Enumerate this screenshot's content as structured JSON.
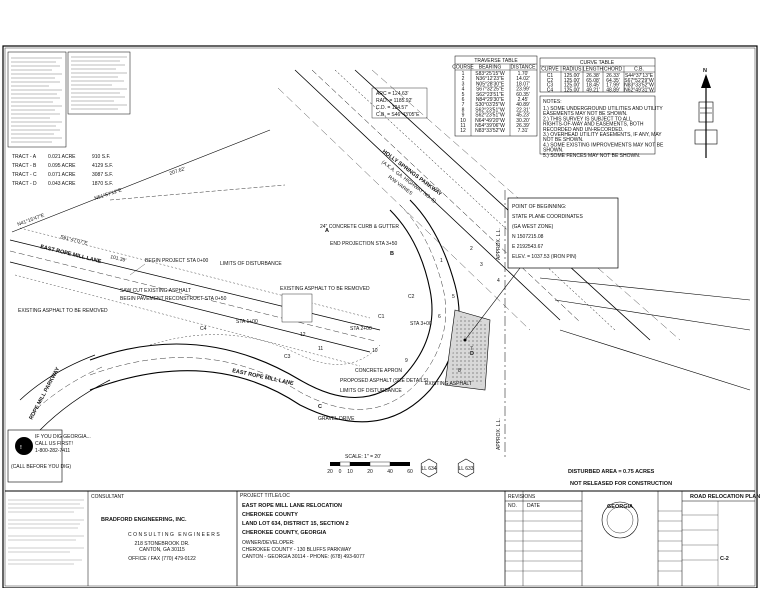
{
  "plan": {
    "arc_data": {
      "arc": "ARC = 124.63'",
      "rad": "RAD. = 1185.92'",
      "cd": "C.D. = 124.57'",
      "cb": "C.B. = S46°43'05\"E"
    },
    "tracts": [
      {
        "name": "TRACT - A",
        "acres": "0.021 ACRE",
        "sf": "910 S.F."
      },
      {
        "name": "TRACT - B",
        "acres": "0.095 ACRE",
        "sf": "4129 S.F."
      },
      {
        "name": "TRACT - C",
        "acres": "0.071 ACRE",
        "sf": "3087 S.F."
      },
      {
        "name": "TRACT - D",
        "acres": "0.043 ACRE",
        "sf": "1870 S.F."
      }
    ],
    "traverse_table": {
      "title": "TRAVERSE TABLE",
      "headers": [
        "COURSE",
        "BEARING",
        "DISTANCE"
      ],
      "rows": [
        [
          "1",
          "S83°25'15\"W",
          "1.70'"
        ],
        [
          "2",
          "N36°12'23\"E",
          "14.02'"
        ],
        [
          "3",
          "N05°28'30\"E",
          "18.07'"
        ],
        [
          "4",
          "S67°32'25\"E",
          "23.99'"
        ],
        [
          "5",
          "S62°23'51\"E",
          "60.35'"
        ],
        [
          "6",
          "N84°29'30\"E",
          "2.45'"
        ],
        [
          "7",
          "S30°03'25\"W",
          "40.89'"
        ],
        [
          "8",
          "S62°23'51\"W",
          "22.31'"
        ],
        [
          "9",
          "S62°23'51\"W",
          "45.23'"
        ],
        [
          "10",
          "N64°49'20\"W",
          "30.20'"
        ],
        [
          "11",
          "N54°39'06\"W",
          "26.39'"
        ],
        [
          "12",
          "N83°33'52\"W",
          "7.31'"
        ]
      ]
    },
    "curve_table": {
      "title": "CURVE TABLE",
      "headers": [
        "CURVE",
        "RADIUS",
        "LENGTH",
        "CHORD",
        "C.B."
      ],
      "rows": [
        [
          "C1",
          "125.00'",
          "26.38'",
          "26.33'",
          "S44°37'13\"E"
        ],
        [
          "C2",
          "125.00'",
          "65.08'",
          "64.35'",
          "S67°52'29\"W"
        ],
        [
          "C3",
          "125.00'",
          "18.45'",
          "17.99'",
          "N83°33'52\"W"
        ],
        [
          "C4",
          "125.00'",
          "49.21'",
          "48.89'",
          "N62°49'31\"W"
        ]
      ]
    },
    "notes": {
      "title": "NOTES:",
      "items": [
        "1.) SOME UNDERGROUND UTILITIES AND UTILITY EASEMENTS MAY NOT BE SHOWN.",
        "2.) THIS SURVEY IS SUBJECT TO ALL RIGHTS-OF-WAY AND EASEMENTS, BOTH RECORDED AND UN-RECORDED.",
        "3.) OVERHEAD UTILITY EASEMENTS, IF ANY, MAY NOT BE SHOWN.",
        "4.) SOME EXISTING IMPROVEMENTS MAY NOT BE SHOWN.",
        "5.) SOME FENCES MAY NOT BE SHOWN."
      ]
    },
    "point_of_beginning": {
      "line1": "POINT OF BEGINNING:",
      "line2": "STATE PLANE COORDINATES",
      "line3": "(GA WEST ZONE)",
      "line4": "N 1507215.08",
      "line5": "E 2192543.67",
      "line6": "ELEV. = 1037.53 (IRON PIN)"
    },
    "roads": {
      "holly_springs": "HOLLY SPRINGS PARKWAY",
      "holly_springs_aka": "(A.K.A. GA. HIGHWAY NO. 5)",
      "holly_springs_rw": "R/W VARIES",
      "east_rope_mill": "EAST ROPE MILL LANE",
      "east_rope_mill_curve": "EAST ROPE MILL LANE",
      "rope_mill_parkway": "ROPE MILL PARKWAY"
    },
    "callouts": {
      "begin_project": "BEGIN PROJECT STA 0+00",
      "limits_disturbance": "LIMITS OF DISTURBANCE",
      "concrete_curb": "24\" CONCRETE CURB & GUTTER",
      "end_project": "END PROJECTION STA 3+50",
      "existing_asphalt": "EXISTING ASPHALT TO BE REMOVED",
      "concrete_apron": "CONCRETE APRON",
      "proposed_asphalt": "PROPOSED ASPHALT (SEE DETAILS)",
      "gravel_drive": "GRAVEL DRIVE",
      "saw_cut": "SAW CUT EXISTING ASPHALT",
      "begin_pavement": "BEGIN PAVEMENT RECONSTRUCT STA 0+50",
      "existing_pavement": "EXISTING ASPHALT TO BE REMOVED",
      "existing_asphalt_right": "EXISTING ASPHALT",
      "approx_ll": "APPROX. L.L.",
      "sta_1": "STA 1+00",
      "sta_2": "STA 2+00",
      "sta_3": "STA 3+00"
    },
    "bearings": {
      "b1": "N51°57'12\"E",
      "b2": "207.62'",
      "b3": "N41°15'47\"E",
      "b4": "S61°47'07\"E",
      "b5": "101.39'"
    },
    "courses_on_plan": [
      "1",
      "2",
      "3",
      "4",
      "5",
      "6",
      "7",
      "8",
      "9",
      "10",
      "11",
      "12"
    ],
    "curves_on_plan": [
      "C1",
      "C2",
      "C3",
      "C4"
    ],
    "tract_labels": [
      "A",
      "B",
      "C",
      "D"
    ],
    "land_lots": [
      "LL 634",
      "LL 633"
    ],
    "scale": {
      "label": "SCALE: 1\" = 20'",
      "ticks": [
        "20",
        "0",
        "10",
        "20",
        "40",
        "60"
      ]
    },
    "disturbed_area": "DISTURBED AREA = 0.75 ACRES",
    "not_released": "NOT RELEASED FOR CONSTRUCTION",
    "north": "N",
    "call_before": {
      "line1": "IF YOU DIG GEORGIA...",
      "line2": "CALL US FIRST!",
      "line3": "1-800-282-7411",
      "line4": "(CALL BEFORE YOU DIG)"
    }
  },
  "title_block": {
    "consultant_label": "CONSULTANT",
    "firm_name": "BRADFORD ENGINEERING, INC.",
    "firm_sub": "CONSULTING  ENGINEERS",
    "firm_addr1": "218 STONEBROOK DR.",
    "firm_addr2": "CANTON, GA  30115",
    "firm_phone": "OFFICE / FAX (770) 479-0122",
    "project_label": "PROJECT TITLE/LOC",
    "project_title": "EAST ROPE MILL LANE RELOCATION",
    "county": "CHEROKEE COUNTY",
    "land_lot": "LAND LOT 634, DISTRICT 15, SECTION 2",
    "county_state": "CHEROKEE COUNTY, GEORGIA",
    "owner_label": "OWNER/DEVELOPER:",
    "owner_line1": "CHEROKEE COUNTY  -  130 BLUFFS PARKWAY",
    "owner_line2": "CANTON  -  GEORGIA  30114  -  PHONE: (678) 493-6077",
    "revisions_label": "REVISIONS",
    "no_label": "NO.",
    "date_label": "DATE",
    "sheet_title": "ROAD RELOCATION PLAN",
    "sheet_number": "C-2",
    "seal_text": "GEORGIA"
  }
}
